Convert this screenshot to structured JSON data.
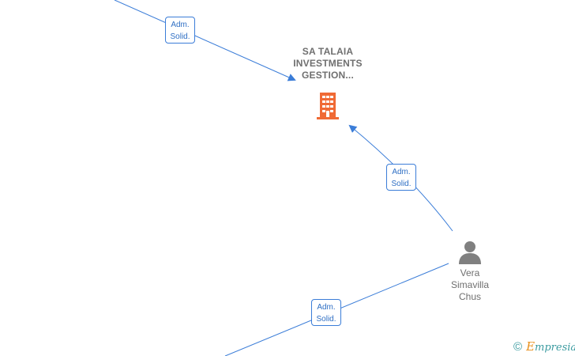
{
  "company": {
    "name_lines": [
      "SA TALAIA",
      "INVESTMENTS",
      "GESTION..."
    ],
    "icon": "building-icon",
    "color": "#f06a35"
  },
  "person": {
    "name_lines": [
      "Vera",
      "Simavilla",
      "Chus"
    ],
    "icon": "person-icon",
    "color": "#808080"
  },
  "edges": [
    {
      "label_lines": [
        "Adm.",
        "Solid."
      ]
    },
    {
      "label_lines": [
        "Adm.",
        "Solid."
      ]
    },
    {
      "label_lines": [
        "Adm.",
        "Solid."
      ]
    }
  ],
  "edge_color": "#3b7dd8",
  "brand": {
    "copyright": "©",
    "initial": "E",
    "rest": "mpresia"
  }
}
